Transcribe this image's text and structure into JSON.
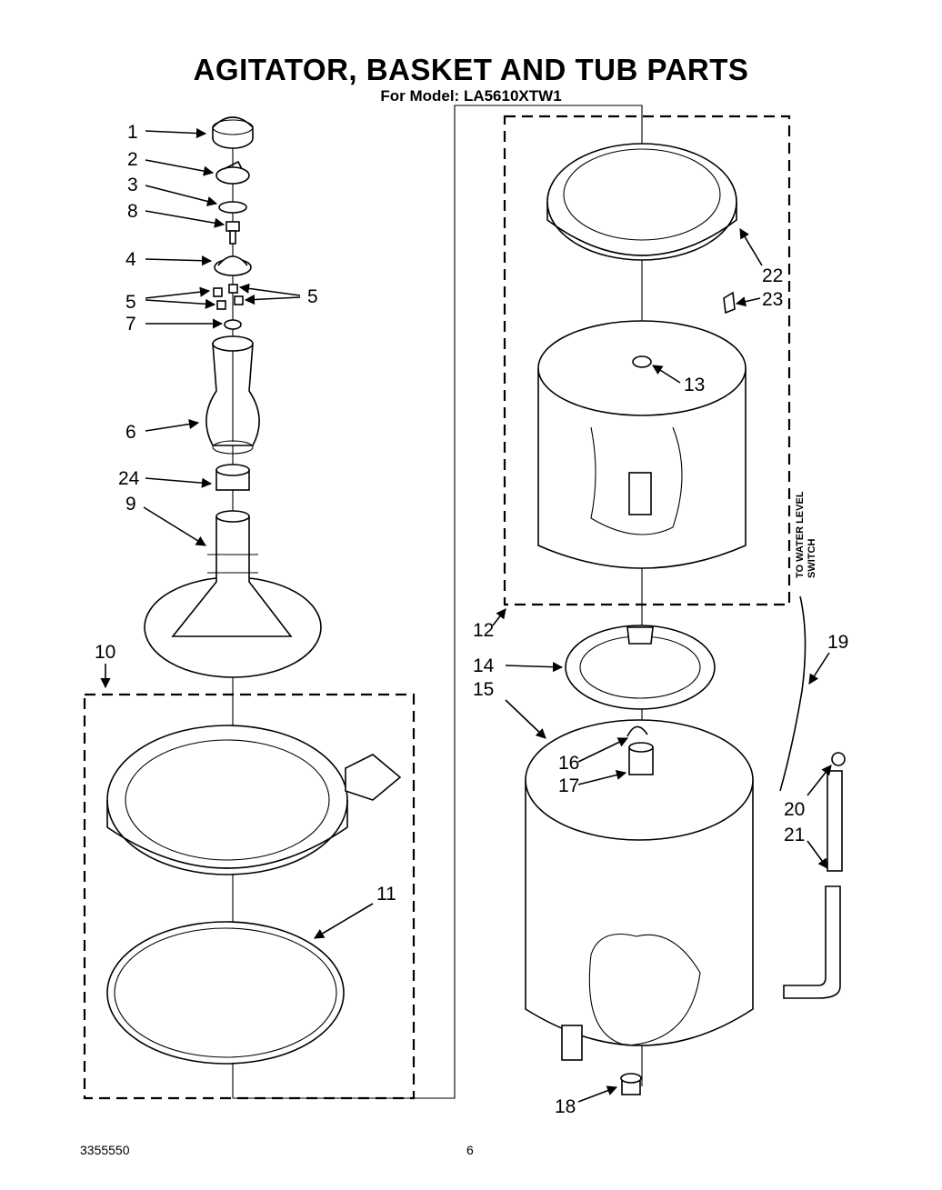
{
  "title": "AGITATOR, BASKET AND TUB PARTS",
  "subtitle": "For Model: LA5610XTW1",
  "footer": {
    "doc_number": "3355550",
    "page": "6"
  },
  "side_note": [
    "TO WATER LEVEL",
    "SWITCH"
  ],
  "callouts": [
    "1",
    "2",
    "3",
    "8",
    "4",
    "5",
    "5",
    "7",
    "6",
    "24",
    "9",
    "10",
    "11",
    "22",
    "23",
    "13",
    "12",
    "14",
    "15",
    "19",
    "16",
    "17",
    "20",
    "21",
    "18"
  ]
}
